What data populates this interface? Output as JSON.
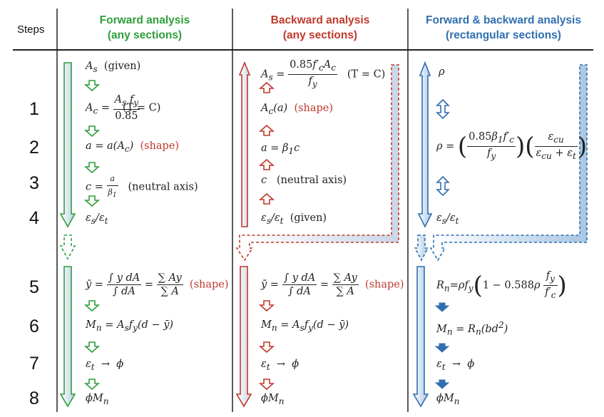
{
  "header": {
    "steps_label": "Steps",
    "forward_title": "Forward analysis",
    "forward_sub": "(any sections)",
    "backward_title": "Backward analysis",
    "backward_sub": "(any sections)",
    "fb_title": "Forward & backward analysis",
    "fb_sub": "(rectangular sections)"
  },
  "colors": {
    "green": "#2e9e3a",
    "red": "#c0392b",
    "blue": "#2f6fb0",
    "grid": "#222222"
  },
  "steps": [
    "1",
    "2",
    "3",
    "4",
    "5",
    "6",
    "7",
    "8"
  ],
  "labels": {
    "given": "(given)",
    "tc": "(T = C)",
    "shape": "(shape)",
    "neutral_axis": "(neutral axis)",
    "arrow": "→"
  }
}
